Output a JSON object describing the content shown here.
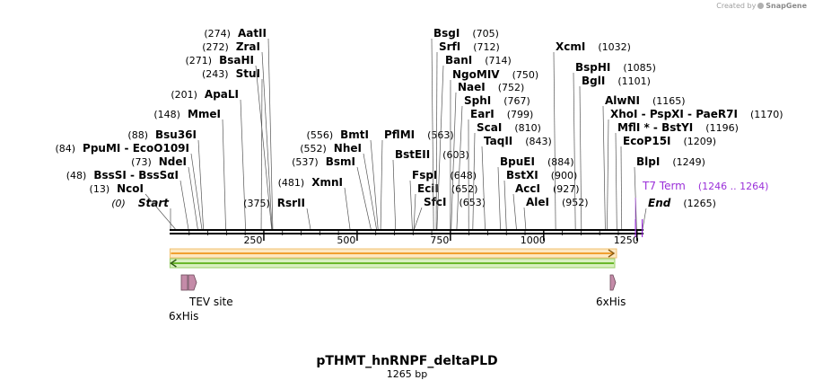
{
  "credit": {
    "prefix": "Created by",
    "brand": "SnapGene"
  },
  "map": {
    "title": "pTHMT_hnRNPF_deltaPLD",
    "length_text": "1265 bp"
  },
  "ruler": {
    "ticks": [
      "250",
      "500",
      "750",
      "1000",
      "1250"
    ]
  },
  "sites": [
    {
      "pos": 0,
      "name": "Start",
      "num": "(0)",
      "side": "left",
      "italic": true
    },
    {
      "pos": 13,
      "name": "NcoI",
      "num": "(13)",
      "side": "left"
    },
    {
      "pos": 48,
      "name": "BssSI  -  BssSαI",
      "num": "(48)",
      "side": "left"
    },
    {
      "pos": 73,
      "name": "NdeI",
      "num": "(73)",
      "side": "left"
    },
    {
      "pos": 84,
      "name": "PpuMI  -  EcoO109I",
      "num": "(84)",
      "side": "left"
    },
    {
      "pos": 88,
      "name": "Bsu36I",
      "num": "(88)",
      "side": "left"
    },
    {
      "pos": 148,
      "name": "MmeI",
      "num": "(148)",
      "side": "left"
    },
    {
      "pos": 201,
      "name": "ApaLI",
      "num": "(201)",
      "side": "left"
    },
    {
      "pos": 243,
      "name": "StuI",
      "num": "(243)",
      "side": "left"
    },
    {
      "pos": 271,
      "name": "BsaHI",
      "num": "(271)",
      "side": "left"
    },
    {
      "pos": 272,
      "name": "ZraI",
      "num": "(272)",
      "side": "left"
    },
    {
      "pos": 274,
      "name": "AatII",
      "num": "(274)",
      "side": "left"
    },
    {
      "pos": 375,
      "name": "RsrII",
      "num": "(375)",
      "side": "left"
    },
    {
      "pos": 481,
      "name": "XmnI",
      "num": "(481)",
      "side": "left"
    },
    {
      "pos": 537,
      "name": "BsmI",
      "num": "(537)",
      "side": "left"
    },
    {
      "pos": 552,
      "name": "NheI",
      "num": "(552)",
      "side": "left"
    },
    {
      "pos": 556,
      "name": "BmtI",
      "num": "(556)",
      "side": "left"
    },
    {
      "pos": 563,
      "name": "PflMI",
      "num": "(563)",
      "side": "right"
    },
    {
      "pos": 603,
      "name": "BstEII",
      "num": "(603)",
      "side": "right"
    },
    {
      "pos": 648,
      "name": "FspI",
      "num": "(648)",
      "side": "right"
    },
    {
      "pos": 652,
      "name": "EciI",
      "num": "(652)",
      "side": "right"
    },
    {
      "pos": 653,
      "name": "SfcI",
      "num": "(653)",
      "side": "right"
    },
    {
      "pos": 705,
      "name": "BsgI",
      "num": "(705)",
      "side": "right"
    },
    {
      "pos": 712,
      "name": "SrfI",
      "num": "(712)",
      "side": "right"
    },
    {
      "pos": 714,
      "name": "BanI",
      "num": "(714)",
      "side": "right"
    },
    {
      "pos": 750,
      "name": "NgoMIV",
      "num": "(750)",
      "side": "right"
    },
    {
      "pos": 752,
      "name": "NaeI",
      "num": "(752)",
      "side": "right"
    },
    {
      "pos": 767,
      "name": "SphI",
      "num": "(767)",
      "side": "right"
    },
    {
      "pos": 799,
      "name": "EarI",
      "num": "(799)",
      "side": "right"
    },
    {
      "pos": 810,
      "name": "ScaI",
      "num": "(810)",
      "side": "right"
    },
    {
      "pos": 843,
      "name": "TaqII",
      "num": "(843)",
      "side": "right"
    },
    {
      "pos": 884,
      "name": "BpuEI",
      "num": "(884)",
      "side": "right"
    },
    {
      "pos": 900,
      "name": "BstXI",
      "num": "(900)",
      "side": "right"
    },
    {
      "pos": 927,
      "name": "AccI",
      "num": "(927)",
      "side": "right"
    },
    {
      "pos": 952,
      "name": "AleI",
      "num": "(952)",
      "side": "right"
    },
    {
      "pos": 1032,
      "name": "XcmI",
      "num": "(1032)",
      "side": "right"
    },
    {
      "pos": 1085,
      "name": "BspHI",
      "num": "(1085)",
      "side": "right"
    },
    {
      "pos": 1101,
      "name": "BglI",
      "num": "(1101)",
      "side": "right"
    },
    {
      "pos": 1165,
      "name": "AlwNI",
      "num": "(1165)",
      "side": "right"
    },
    {
      "pos": 1170,
      "name": "XhoI  -  PspXI  -  PaeR7I",
      "num": "(1170)",
      "side": "right"
    },
    {
      "pos": 1196,
      "name": "MflI *  -  BstYI",
      "num": "(1196)",
      "side": "right"
    },
    {
      "pos": 1209,
      "name": "EcoP15I",
      "num": "(1209)",
      "side": "right"
    },
    {
      "pos": 1249,
      "name": "BlpI",
      "num": "(1249)",
      "side": "right"
    },
    {
      "pos": 1265,
      "name": "End",
      "num": "(1265)",
      "side": "right",
      "italic": true
    }
  ],
  "terminator": {
    "name": "T7 Term",
    "range": "(1246 .. 1264)",
    "color": "#9b30d9"
  },
  "features": {
    "orange_arrow": {
      "start": 1,
      "end": 1188,
      "color": "#f0a030"
    },
    "green_arrow": {
      "start": 1188,
      "end": 1,
      "color": "#6ab82a"
    }
  },
  "small_features": [
    {
      "label": "6xHis",
      "color": "#c48ba8"
    },
    {
      "label": "TEV site",
      "color": "#c48ba8"
    },
    {
      "label": "6xHis",
      "color": "#c48ba8"
    }
  ]
}
